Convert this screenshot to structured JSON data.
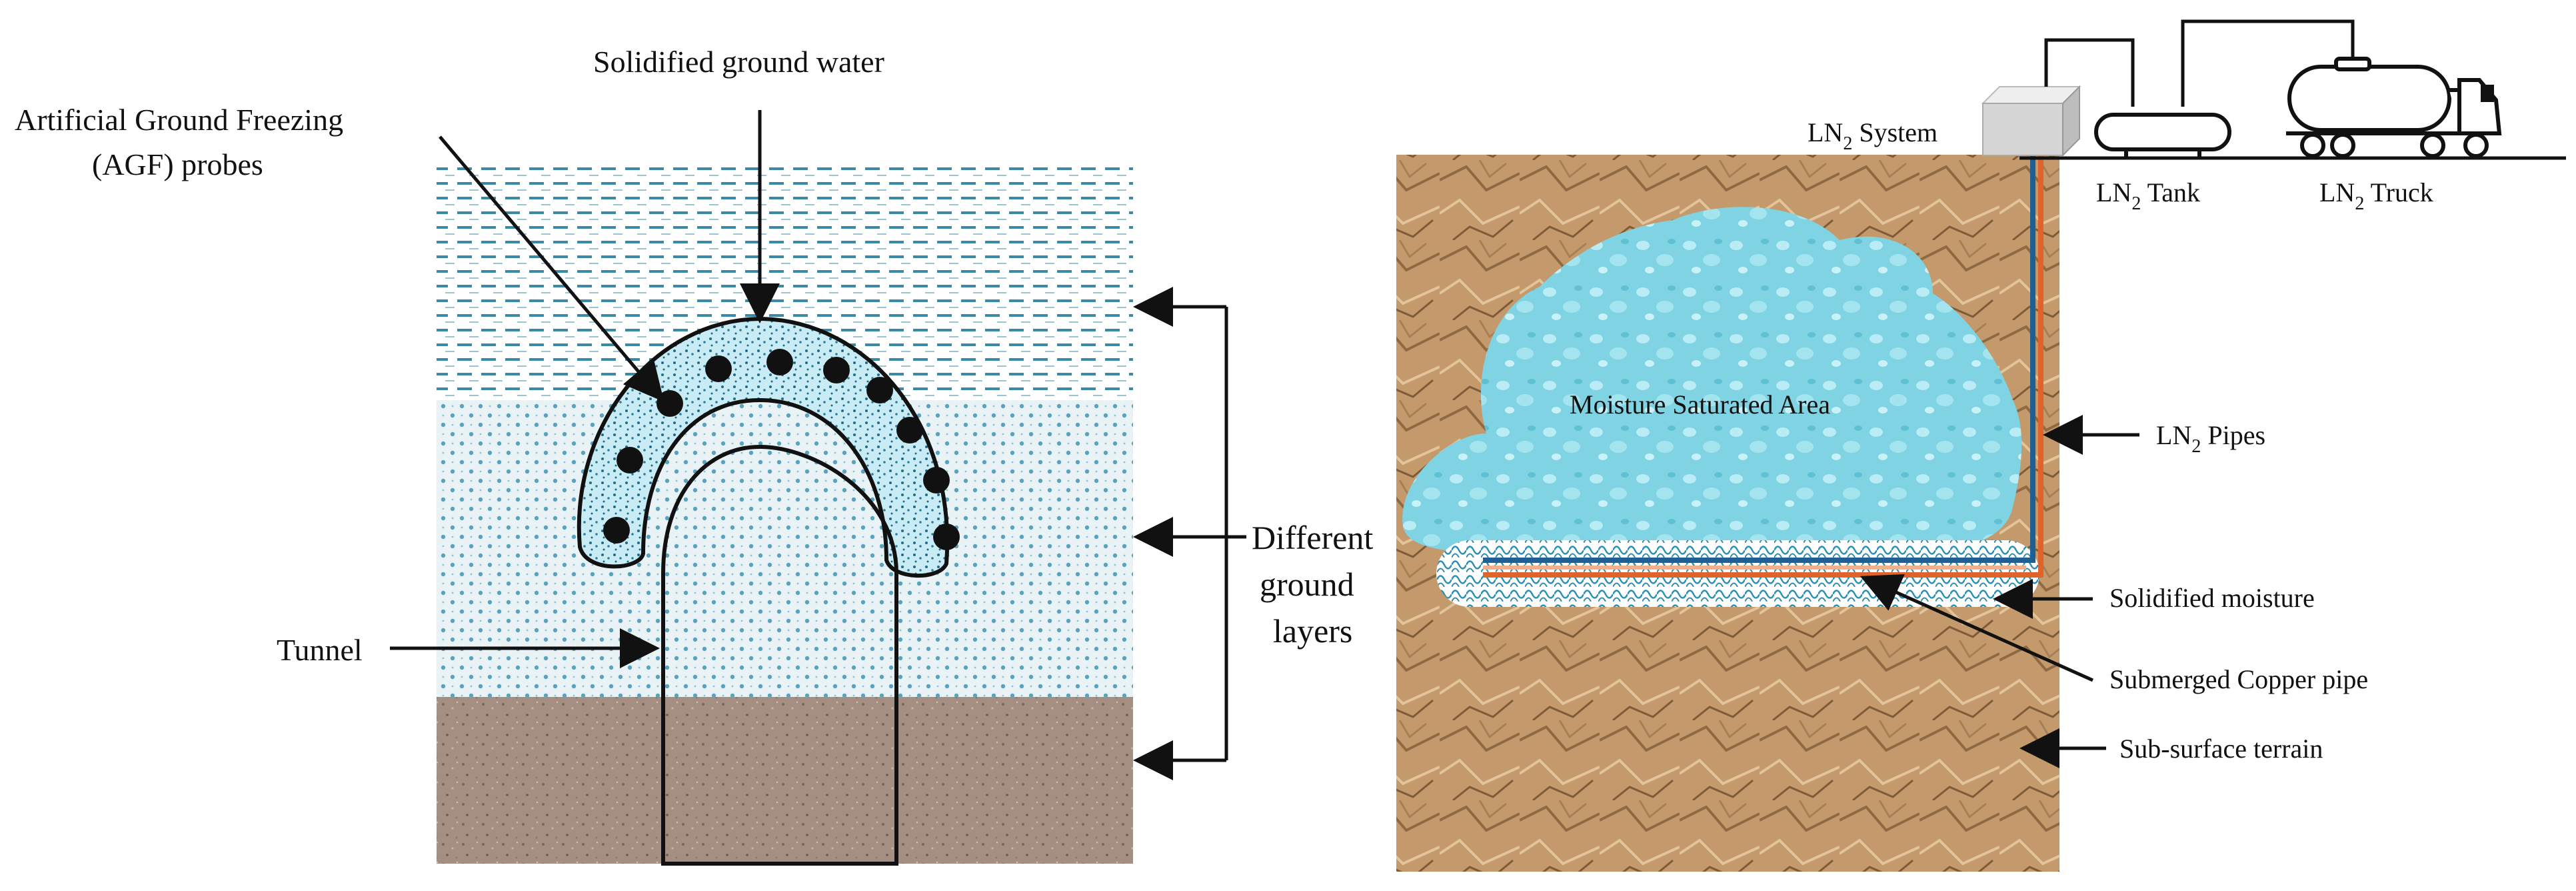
{
  "left_panel": {
    "labels": {
      "agf_line1": "Artificial  Ground Freezing",
      "agf_line2": "(AGF) probes",
      "solidified_water": "Solidified  ground water",
      "tunnel": "Tunnel",
      "layers_line1": "Different",
      "layers_line2": "ground",
      "layers_line3": "layers"
    }
  },
  "right_panel": {
    "labels": {
      "ln2_system_prefix": "LN",
      "ln2_system_suffix": "  System",
      "ln2_tank_prefix": "LN",
      "ln2_tank_suffix": "  Tank",
      "ln2_truck_prefix": "LN",
      "ln2_truck_suffix": "  Truck",
      "subscript": "2",
      "moisture_area": "Moisture Saturated Area",
      "ln2_pipes_prefix": "LN",
      "ln2_pipes_suffix": "  Pipes",
      "solidified_moisture": "Solidified  moisture",
      "copper_pipe": "Submerged Copper pipe",
      "terrain": "Sub-surface terrain"
    }
  },
  "colors": {
    "water_dash": "#3a8aa6",
    "soil": "#a48f82",
    "terrain": "#c49a6c",
    "moisture": "#7fd3e3",
    "blue_pipe": "#1f5f94",
    "orange_pipe": "#e0642a"
  }
}
